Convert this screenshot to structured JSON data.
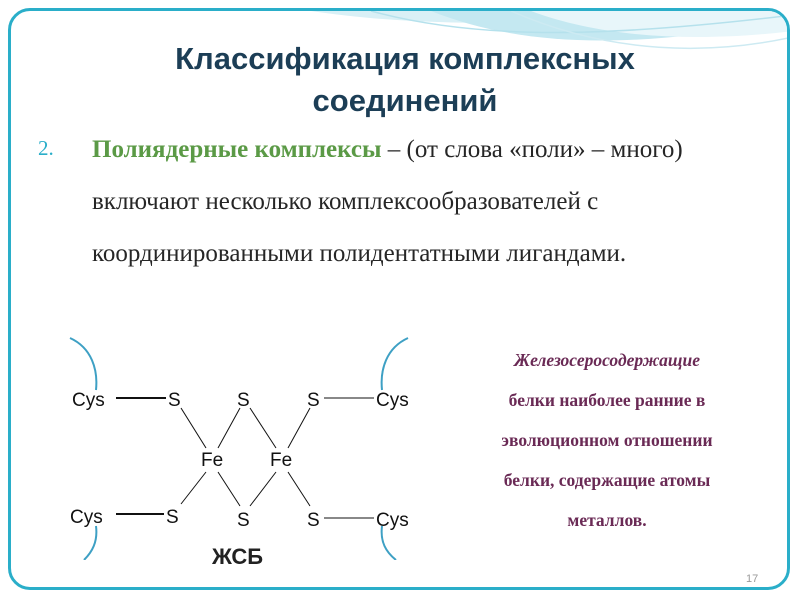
{
  "slide": {
    "title_line1": "Классификация комплексных",
    "title_line2": "соединений",
    "list_number": "2.",
    "term": "Полиядерные комплексы",
    "body_rest": " – (от слова «поли» – много) включают несколько комплексообразователей с координированными полидентатными лигандами.",
    "page_number": "17"
  },
  "diagram": {
    "cys": "Cys",
    "s": "S",
    "fe": "Fe",
    "abbreviation": "ЖСБ"
  },
  "callout": {
    "lines": [
      "Железосеросодержащие",
      "белки наиболее ранние в",
      "эволюционном отношении",
      "белки, содержащие атомы",
      "металлов."
    ]
  },
  "colors": {
    "frame": "#2aaec9",
    "title": "#1c3e56",
    "term": "#5b9a46",
    "callout": "#6a2a55",
    "bracket": "#3ea0c4"
  }
}
